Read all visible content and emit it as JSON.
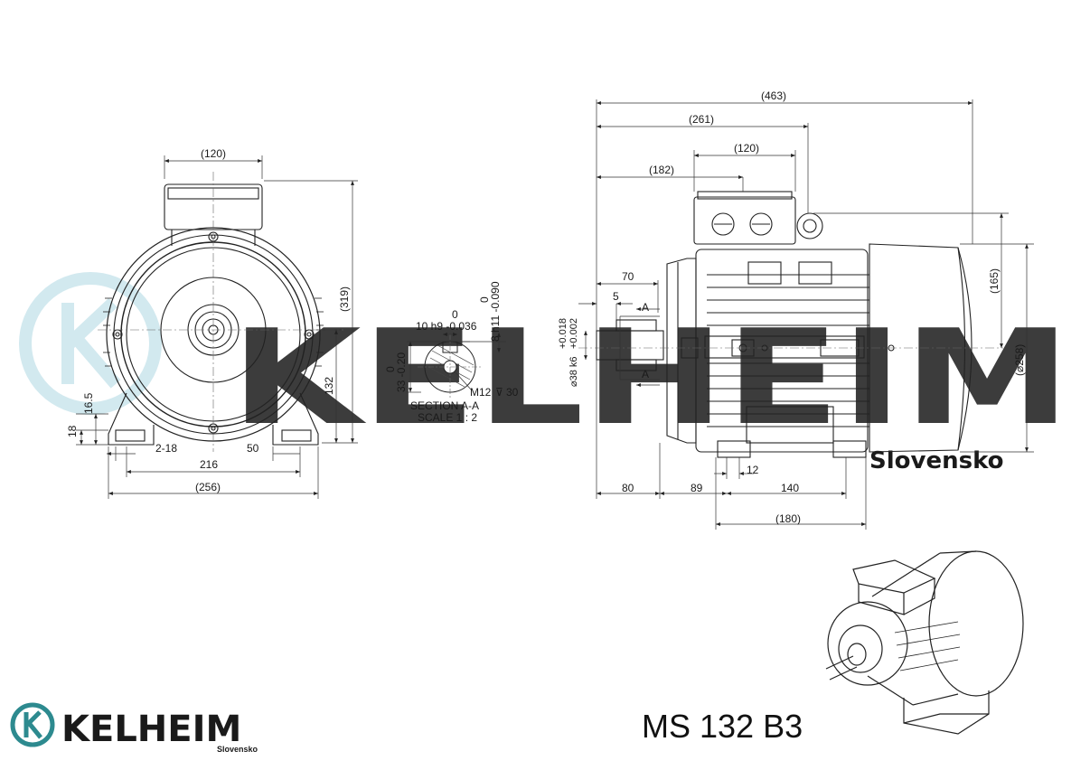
{
  "watermark": {
    "text": "KELHEIM",
    "subtext": "Slovensko",
    "color": "#d2e9ef"
  },
  "brand": {
    "name": "KELHEIM",
    "subtitle": "Slovensko",
    "color": "#2d8a8f"
  },
  "model": "MS 132 B3",
  "front_view": {
    "dims": {
      "width_120": "(120)",
      "height_319": "(319)",
      "height_132": "132",
      "dim_16_5": "16.5",
      "dim_18": "18",
      "dim_2_18": "2-18",
      "dim_50": "50",
      "width_216": "216",
      "width_256": "(256)"
    }
  },
  "section_view": {
    "key_tol_upper": "0",
    "key_label": "10 h9 -0.036",
    "key_depth_upper": "0",
    "key_depth_label": "8 h11 -0.090",
    "shaft_height_upper": "0",
    "shaft_height_label": "33 -0.20",
    "thread_label": "M12",
    "thread_depth": "30",
    "section_title": "SECTION A-A",
    "scale": "SCALE 1 : 2"
  },
  "side_view": {
    "dims": {
      "length_463": "(463)",
      "length_261": "(261)",
      "box_120": "(120)",
      "dim_182": "(182)",
      "dim_70": "70",
      "dim_5": "5",
      "shaft_tol_upper": "+0.018",
      "shaft_tol_lower": "+0.002",
      "shaft_label": "⌀38 k6",
      "section_marker": "A",
      "dim_165": "(165)",
      "dia_258": "(⌀258)",
      "dim_12": "12",
      "dim_80": "80",
      "dim_89": "89",
      "dim_140": "140",
      "dim_180": "(180)"
    }
  }
}
